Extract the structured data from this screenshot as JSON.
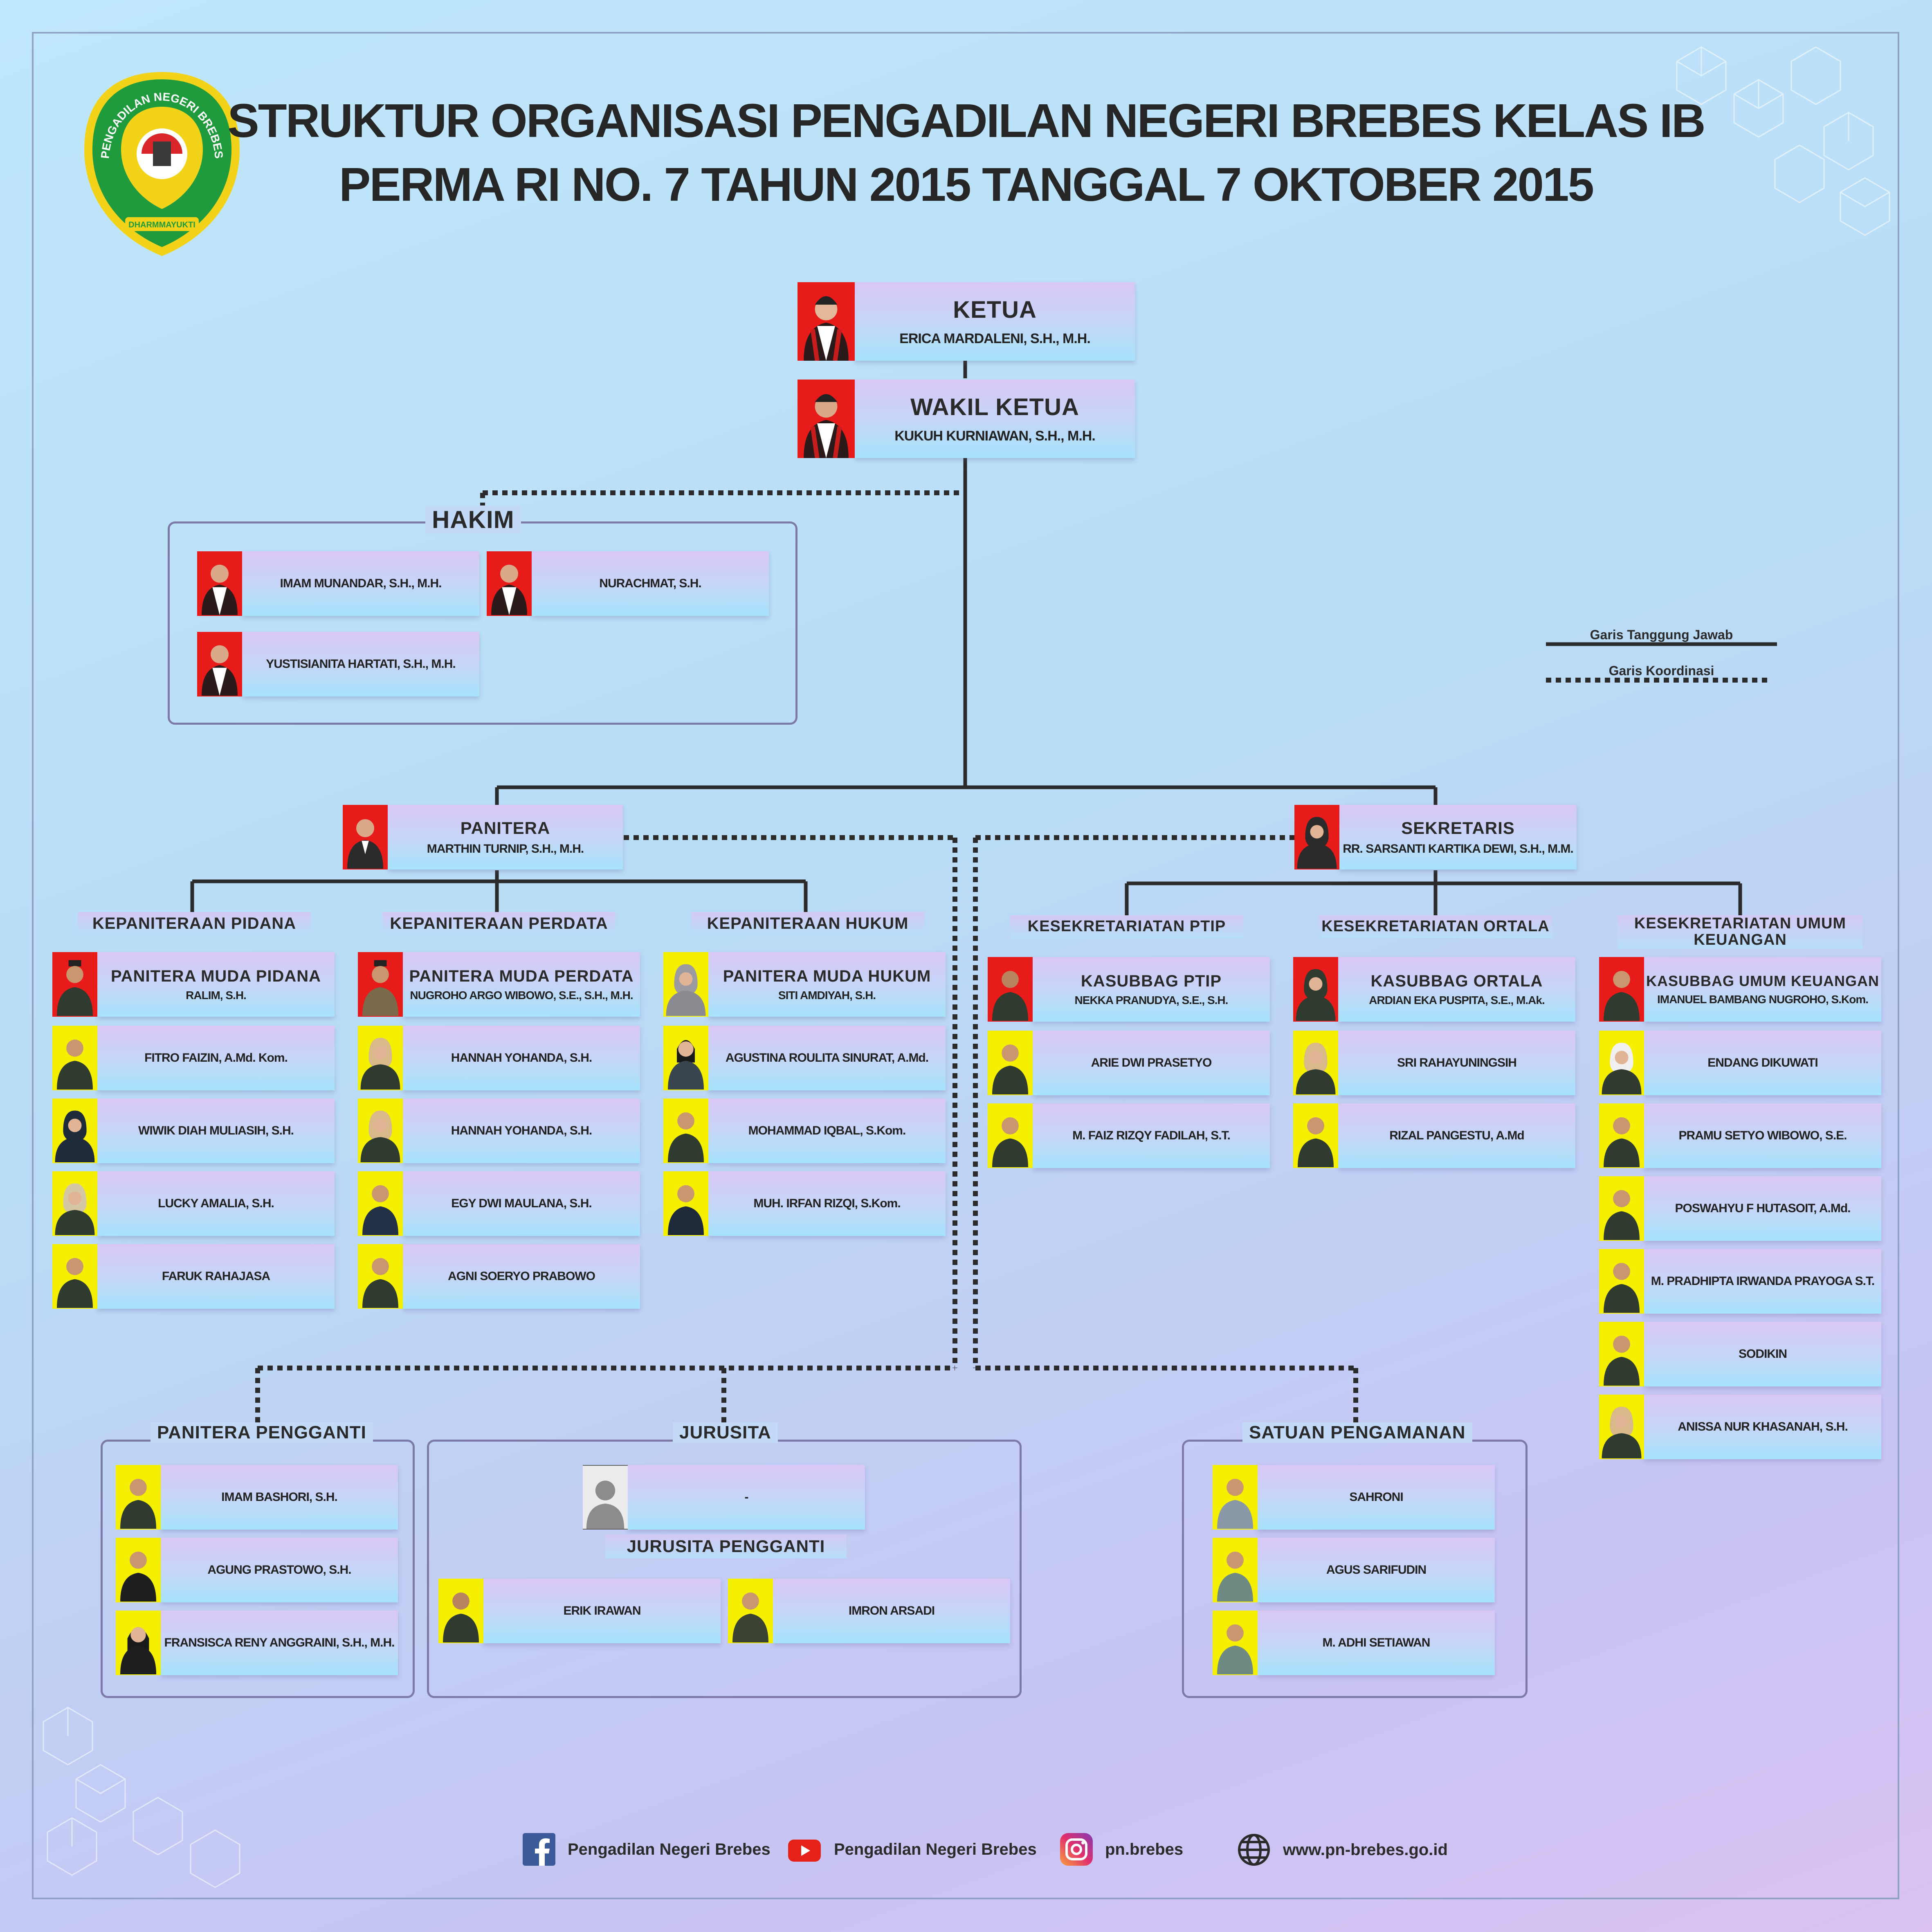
{
  "title": {
    "line1": "STRUKTUR ORGANISASI PENGADILAN NEGERI BREBES KELAS IB",
    "line2": "PERMA RI NO. 7 TAHUN 2015 TANGGAL 7 OKTOBER 2015"
  },
  "logo": {
    "text": "PENGADILAN NEGERI BREBES",
    "motto": "DHARMMAYUKTI"
  },
  "colors": {
    "red_bg": "#e81b1b",
    "yellow_bg": "#f5f000",
    "logo_green": "#1f9a3c",
    "logo_yellow": "#f2d31a"
  },
  "ketua": {
    "role": "KETUA",
    "name": "ERICA MARDALENI, S.H., M.H."
  },
  "wakil": {
    "role": "WAKIL KETUA",
    "name": "KUKUH KURNIAWAN, S.H., M.H."
  },
  "hakim": {
    "title": "HAKIM",
    "members": [
      "IMAM MUNANDAR, S.H., M.H.",
      "NURACHMAT, S.H.",
      "YUSTISIANITA HARTATI, S.H., M.H."
    ]
  },
  "legend": {
    "solid": "Garis Tanggung Jawab",
    "dotted": "Garis Koordinasi"
  },
  "panitera": {
    "role": "PANITERA",
    "name": "MARTHIN TURNIP, S.H., M.H."
  },
  "sekretaris": {
    "role": "SEKRETARIS",
    "name": "RR. SARSANTI KARTIKA DEWI, S.H., M.M."
  },
  "pidana": {
    "label": "KEPANITERAAN PIDANA",
    "head_role": "PANITERA MUDA PIDANA",
    "head_name": "RALIM, S.H.",
    "staff": [
      "FITRO FAIZIN, A.Md. Kom.",
      "WIWIK DIAH MULIASIH, S.H.",
      "LUCKY AMALIA, S.H.",
      "FARUK RAHAJASA"
    ]
  },
  "perdata": {
    "label": "KEPANITERAAN PERDATA",
    "head_role": "PANITERA MUDA PERDATA",
    "head_name": "NUGROHO ARGO WIBOWO, S.E., S.H., M.H.",
    "staff": [
      "HANNAH YOHANDA, S.H.",
      "HANNAH YOHANDA, S.H.",
      "EGY DWI MAULANA, S.H.",
      "AGNI SOERYO PRABOWO"
    ]
  },
  "hukum": {
    "label": "KEPANITERAAN HUKUM",
    "head_role": "PANITERA MUDA HUKUM",
    "head_name": "SITI AMDIYAH, S.H.",
    "staff": [
      "AGUSTINA ROULITA SINURAT, A.Md.",
      "MOHAMMAD IQBAL, S.Kom.",
      "MUH. IRFAN RIZQI, S.Kom."
    ]
  },
  "ptip": {
    "label": "KESEKRETARIATAN PTIP",
    "head_role": "KASUBBAG PTIP",
    "head_name": "NEKKA PRANUDYA, S.E., S.H.",
    "staff": [
      "ARIE DWI PRASETYO",
      "M. FAIZ RIZQY FADILAH, S.T."
    ]
  },
  "ortala": {
    "label": "KESEKRETARIATAN ORTALA",
    "head_role": "KASUBBAG ORTALA",
    "head_name": "ARDIAN EKA PUSPITA, S.E., M.Ak.",
    "staff": [
      "SRI RAHAYUNINGSIH",
      "RIZAL PANGESTU, A.Md"
    ]
  },
  "umum": {
    "label_1": "KESEKRETARIATAN UMUM",
    "label_2": "KEUANGAN",
    "head_role": "KASUBBAG UMUM KEUANGAN",
    "head_name": "IMANUEL BAMBANG NUGROHO, S.Kom.",
    "staff": [
      "ENDANG DIKUWATI",
      "PRAMU SETYO WIBOWO, S.E.",
      "POSWAHYU F HUTASOIT, A.Md.",
      "M. PRADHIPTA IRWANDA PRAYOGA S.T.",
      "SODIKIN",
      "ANISSA NUR KHASANAH, S.H."
    ]
  },
  "pengganti": {
    "title": "PANITERA PENGGANTI",
    "members": [
      "IMAM BASHORI, S.H.",
      "AGUNG PRASTOWO, S.H.",
      "FRANSISCA RENY ANGGRAINI, S.H., M.H."
    ]
  },
  "jurusita": {
    "title": "JURUSITA",
    "member": "-",
    "sub_label": "JURUSITA PENGGANTI",
    "sub_members": [
      "ERIK IRAWAN",
      "IMRON ARSADI"
    ]
  },
  "satpam": {
    "title": "SATUAN PENGAMANAN",
    "members": [
      "SAHRONI",
      "AGUS SARIFUDIN",
      "M. ADHI SETIAWAN"
    ]
  },
  "footer": {
    "facebook": "Pengadilan Negeri Brebes",
    "youtube": "Pengadilan Negeri Brebes",
    "instagram": "pn.brebes",
    "website": "www.pn-brebes.go.id"
  },
  "icons": [
    "facebook-icon",
    "youtube-icon",
    "instagram-icon",
    "globe-icon",
    "person-photo"
  ]
}
